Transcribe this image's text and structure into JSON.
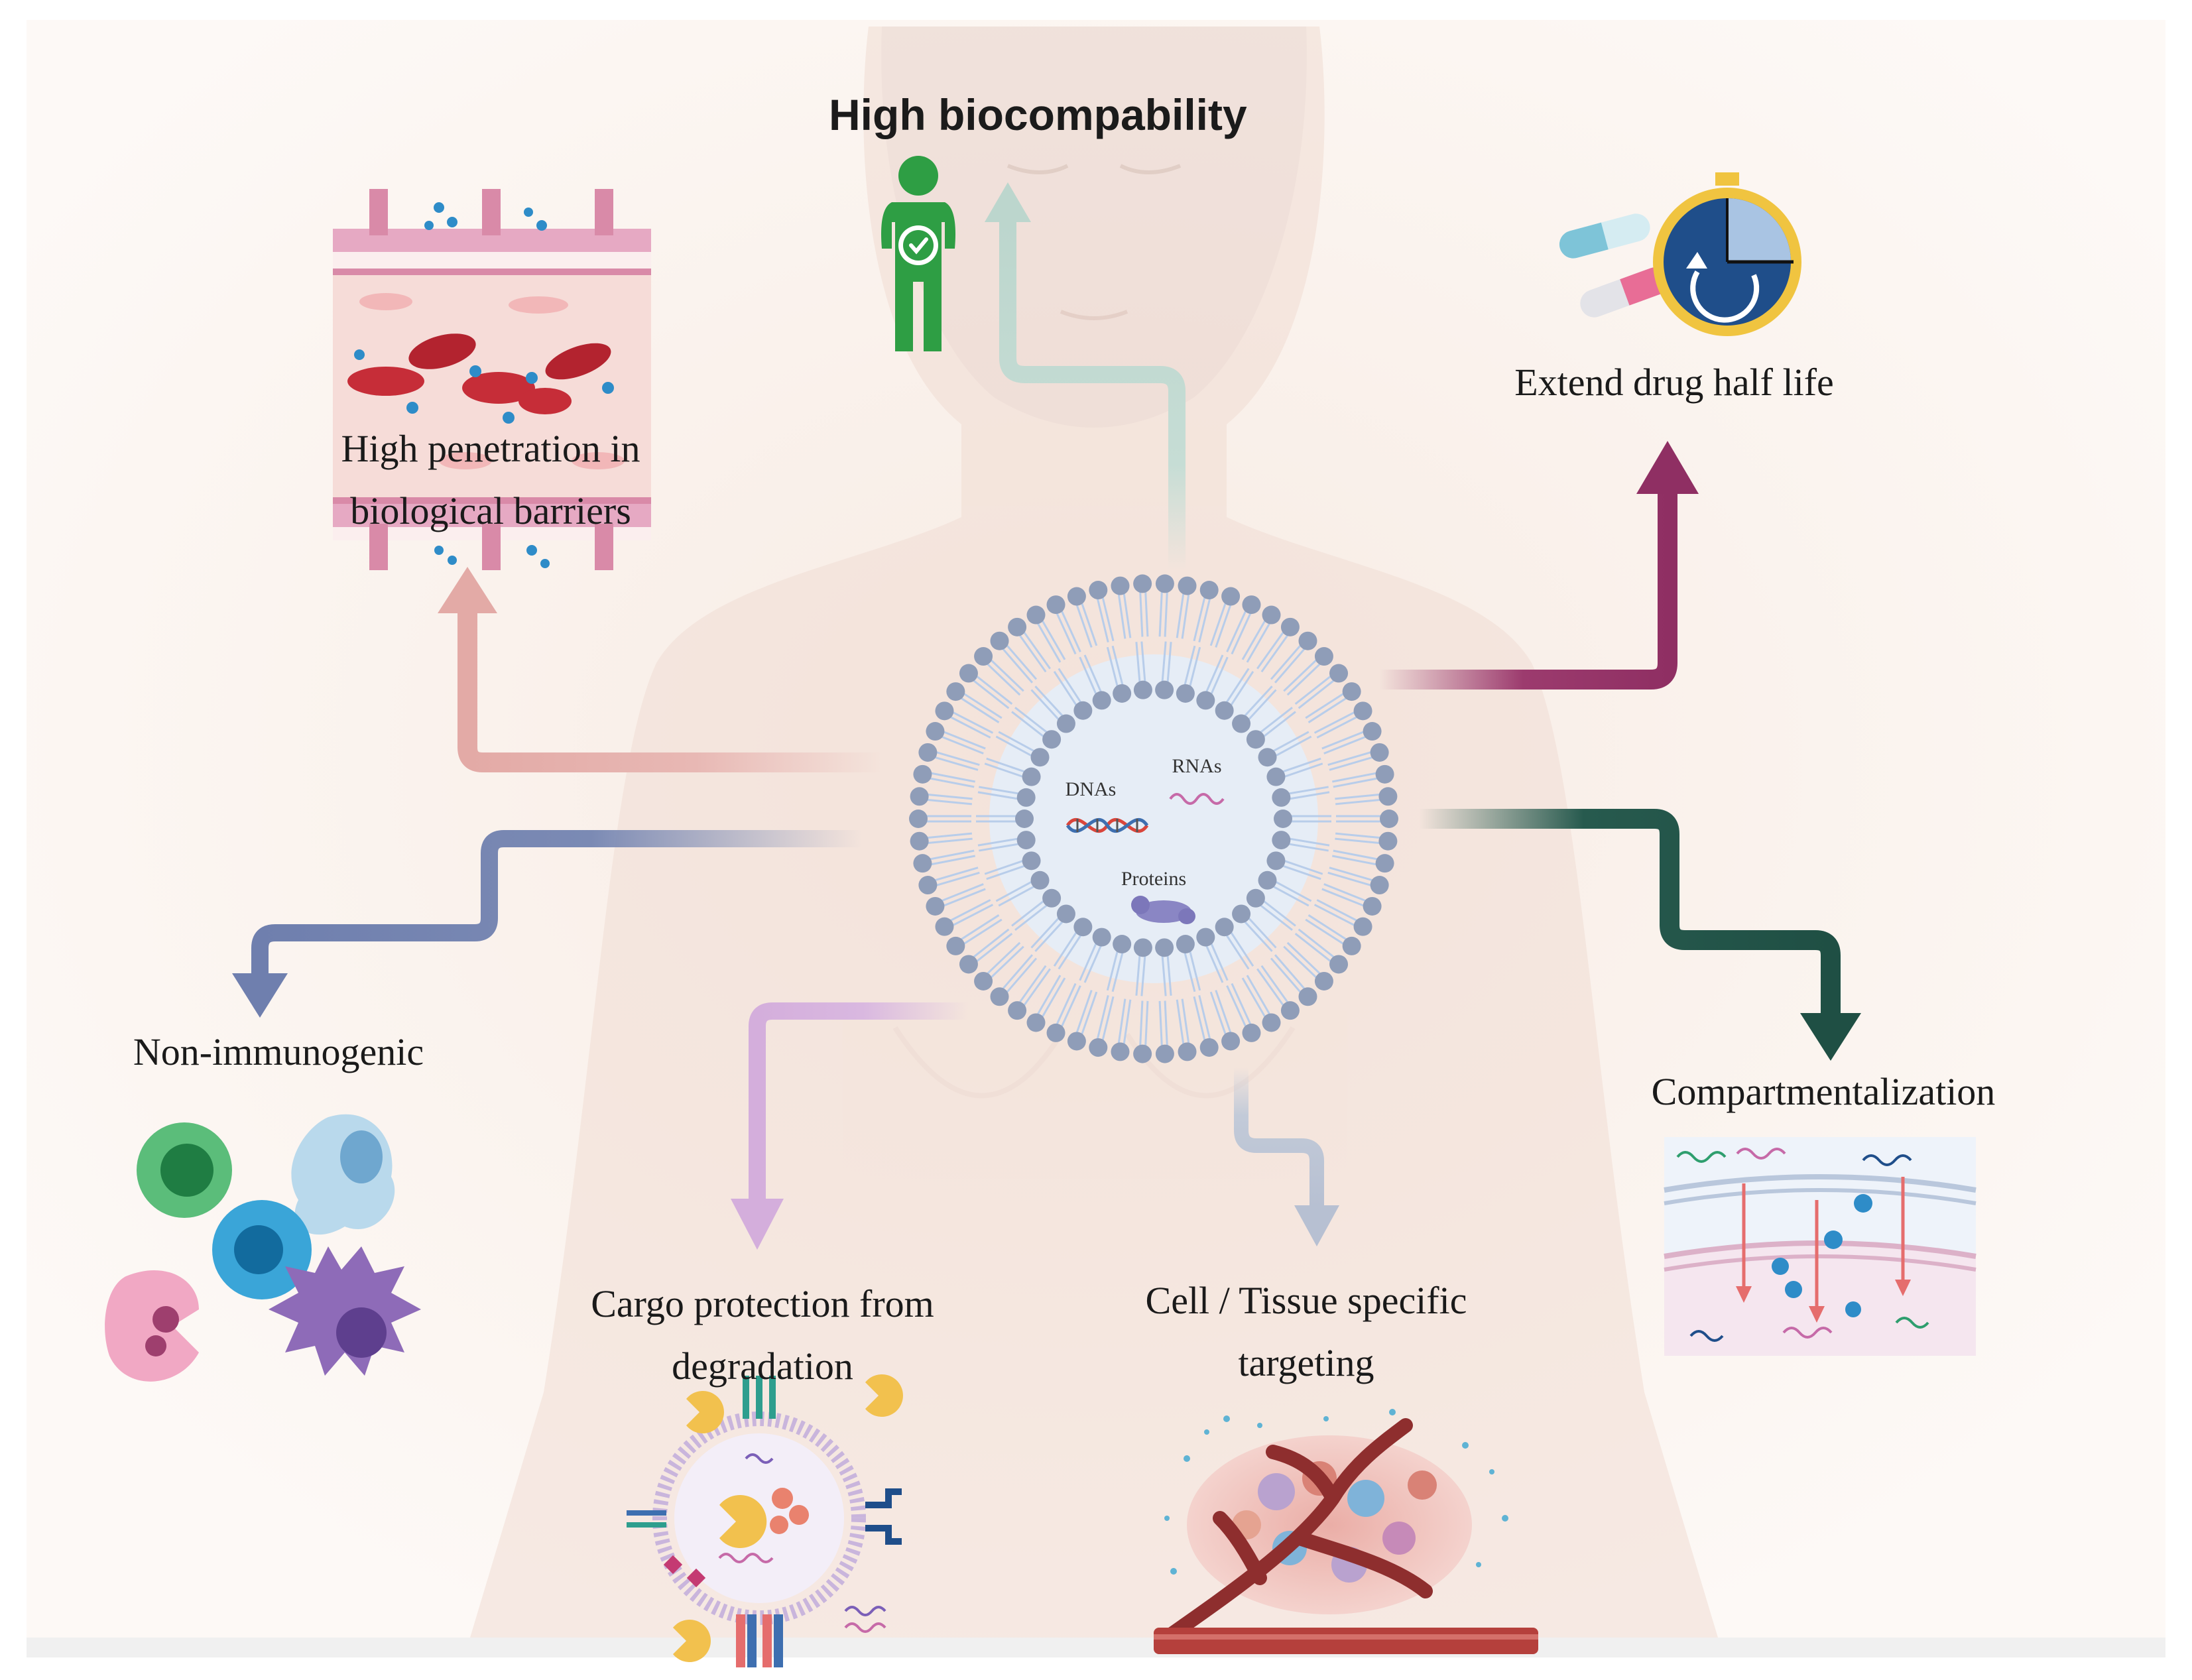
{
  "center": {
    "cargo": [
      "DNAs",
      "RNAs",
      "Proteins"
    ]
  },
  "benefits": {
    "biocompatibility": "High biocompability",
    "penetration": [
      "High penetration in",
      "biological barriers"
    ],
    "half_life": "Extend drug half life",
    "non_immunogenic": "Non-immunogenic",
    "compartmentalization": "Compartmentalization",
    "cargo_protection": [
      "Cargo protection from",
      "degradation"
    ],
    "targeting": [
      "Cell / Tissue specific",
      "targeting"
    ]
  },
  "colors": {
    "membrane_head": "#8f9db8",
    "membrane_tail": "#b8cdea",
    "lumen": "#e6edf6",
    "arrow_penetration": "#e8b8b4",
    "arrow_biocompatibility": "#c6ddd5",
    "arrow_half_life": "#9c3b6e",
    "arrow_non_immunogenic": "#7b8ab4",
    "arrow_compartmentalization": "#275a4e",
    "arrow_cargo_protection": "#d9b8e0",
    "arrow_targeting": "#c2cad8",
    "person_icon": "#2e9e44"
  },
  "icons": [
    "person-check-icon",
    "blood-vessel-barrier-icon",
    "capsule-pill-icon",
    "stopwatch-icon",
    "immune-cells-icon",
    "membrane-compartment-icon",
    "protected-vesicle-icon",
    "tumor-vasculature-icon"
  ]
}
